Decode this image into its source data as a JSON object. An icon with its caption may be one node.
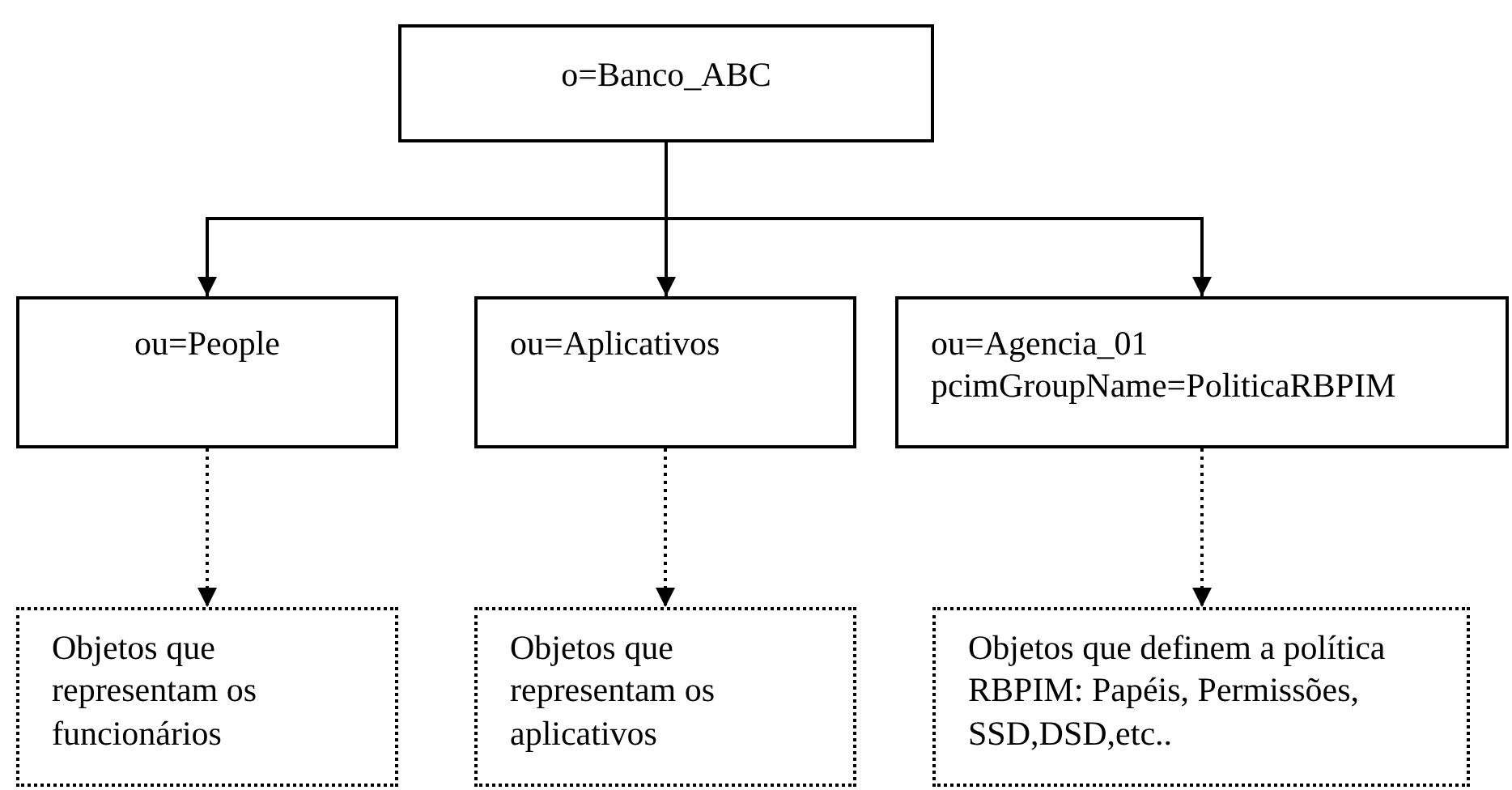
{
  "diagram": {
    "nodes": [
      {
        "text": [
          "o=Banco_ABC"
        ]
      },
      {
        "text": [
          "ou=People"
        ]
      },
      {
        "text": [
          "ou=Aplicativos"
        ]
      },
      {
        "text": [
          "ou=Agencia_01",
          "pcimGroupName=PoliticaRBPIM"
        ]
      },
      {
        "text": [
          "Objetos que representam os funcionários"
        ]
      },
      {
        "text": [
          "Objetos que representam os aplicativos"
        ]
      },
      {
        "text": [
          "Objetos que definem a política RBPIM: Papéis, Permissões, SSD,DSD,etc.."
        ]
      }
    ],
    "edges": [
      {
        "from": 0,
        "to": 1,
        "arrow": "to"
      },
      {
        "from": 0,
        "to": 2,
        "arrow": "to"
      },
      {
        "from": 0,
        "to": 3,
        "arrow": "to"
      },
      {
        "from": 1,
        "to": 4,
        "arrow": "to",
        "style": "dashed"
      },
      {
        "from": 2,
        "to": 5,
        "arrow": "to",
        "style": "dashed"
      },
      {
        "from": 3,
        "to": 6,
        "arrow": "to",
        "style": "dashed"
      }
    ]
  }
}
